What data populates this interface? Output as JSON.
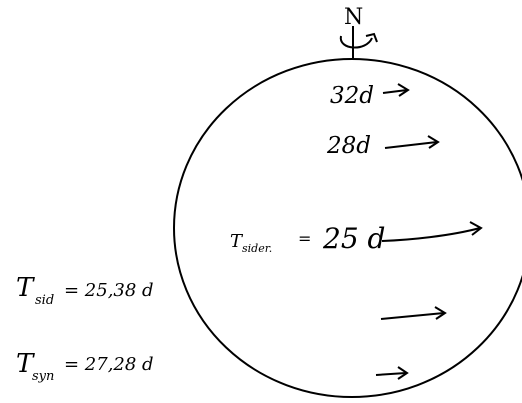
{
  "pole": {
    "label": "N"
  },
  "sphere": {
    "latitudes": [
      {
        "period": "32d"
      },
      {
        "period": "28d"
      },
      {
        "prefix": "T",
        "prefix_sub": "sider.",
        "equals": "=",
        "period": "25 d"
      },
      {
        "period": ""
      },
      {
        "period": ""
      }
    ]
  },
  "formulas": {
    "sidereal": {
      "symbol": "T",
      "sub": "sid",
      "value": "= 25,38 d"
    },
    "synodic": {
      "symbol": "T",
      "sub": "syn",
      "value": "= 27,28 d"
    }
  },
  "colors": {
    "ink": "#000000",
    "background": "#ffffff"
  },
  "icons": {
    "rotation": "curved-arrow-icon",
    "flow": "right-arrow-icon"
  }
}
